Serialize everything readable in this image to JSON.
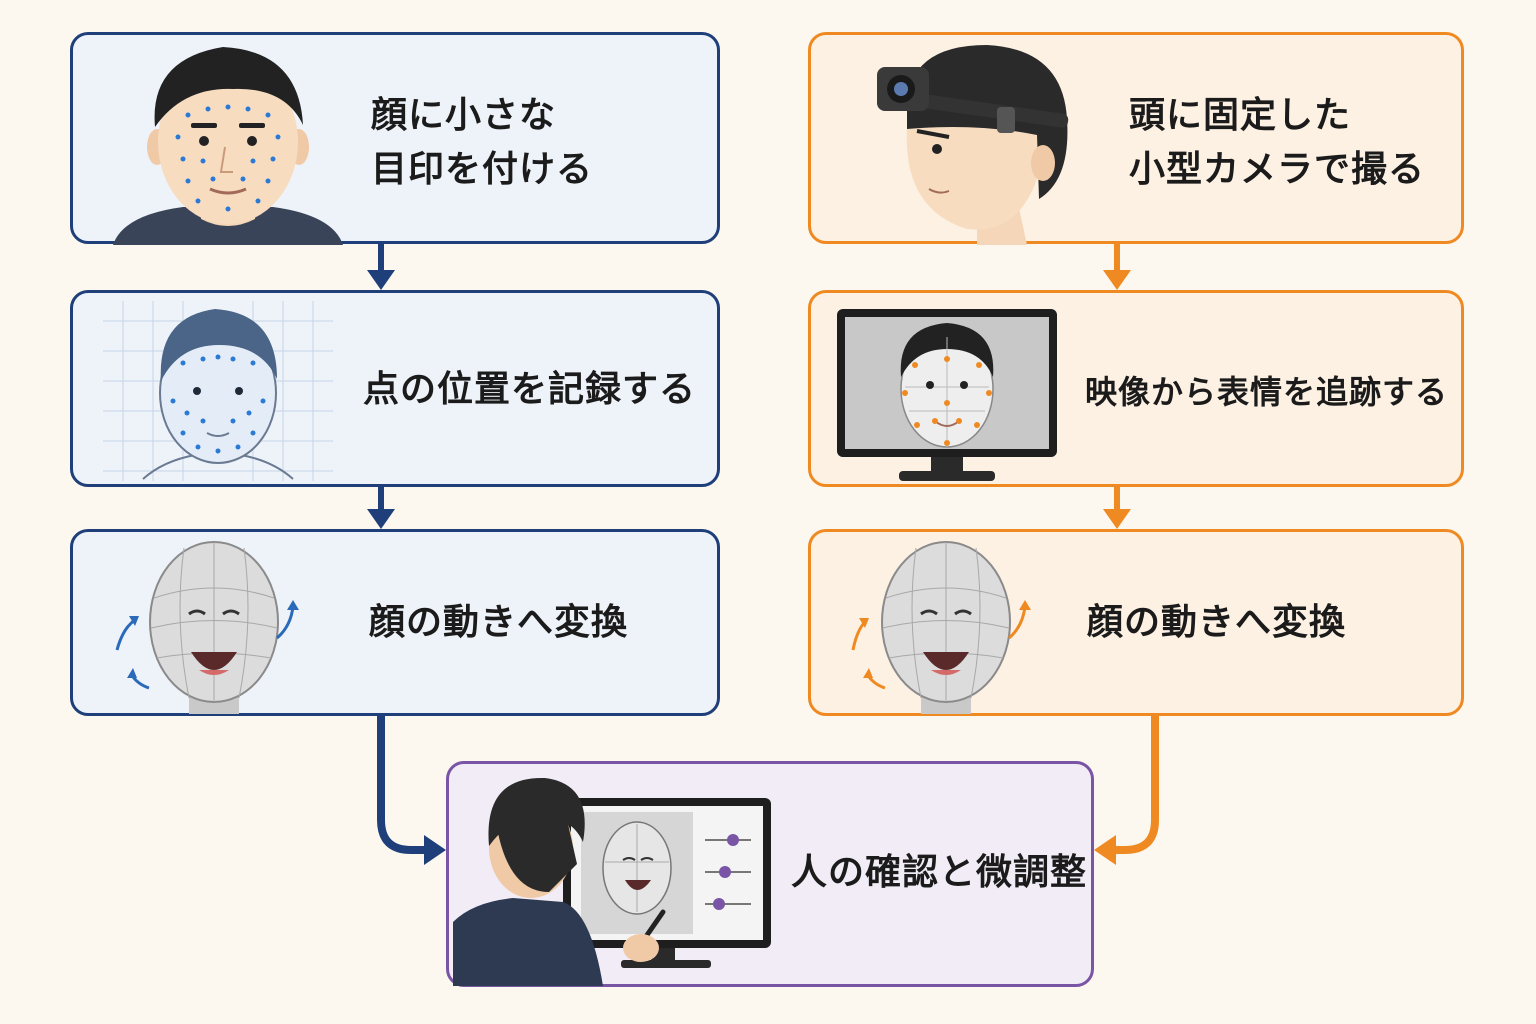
{
  "left": {
    "step1": [
      "顔に小さな",
      "目印を付ける"
    ],
    "step2": "点の位置を記録する",
    "step3": "顔の動きへ変換"
  },
  "right": {
    "step1": [
      "頭に固定した",
      "小型カメラで撮る"
    ],
    "step2": "映像から表情を追跡する",
    "step3": "顔の動きへ変換"
  },
  "final": "人の確認と微調整",
  "colors": {
    "left_accent": "#1e3f7a",
    "right_accent": "#ef8a22",
    "final_accent": "#7a55a6"
  },
  "icons": [
    "face-markers-icon",
    "head-camera-icon",
    "face-grid-scan-icon",
    "monitor-face-tracking-icon",
    "3d-face-mesh-icon",
    "artist-at-monitor-icon"
  ]
}
